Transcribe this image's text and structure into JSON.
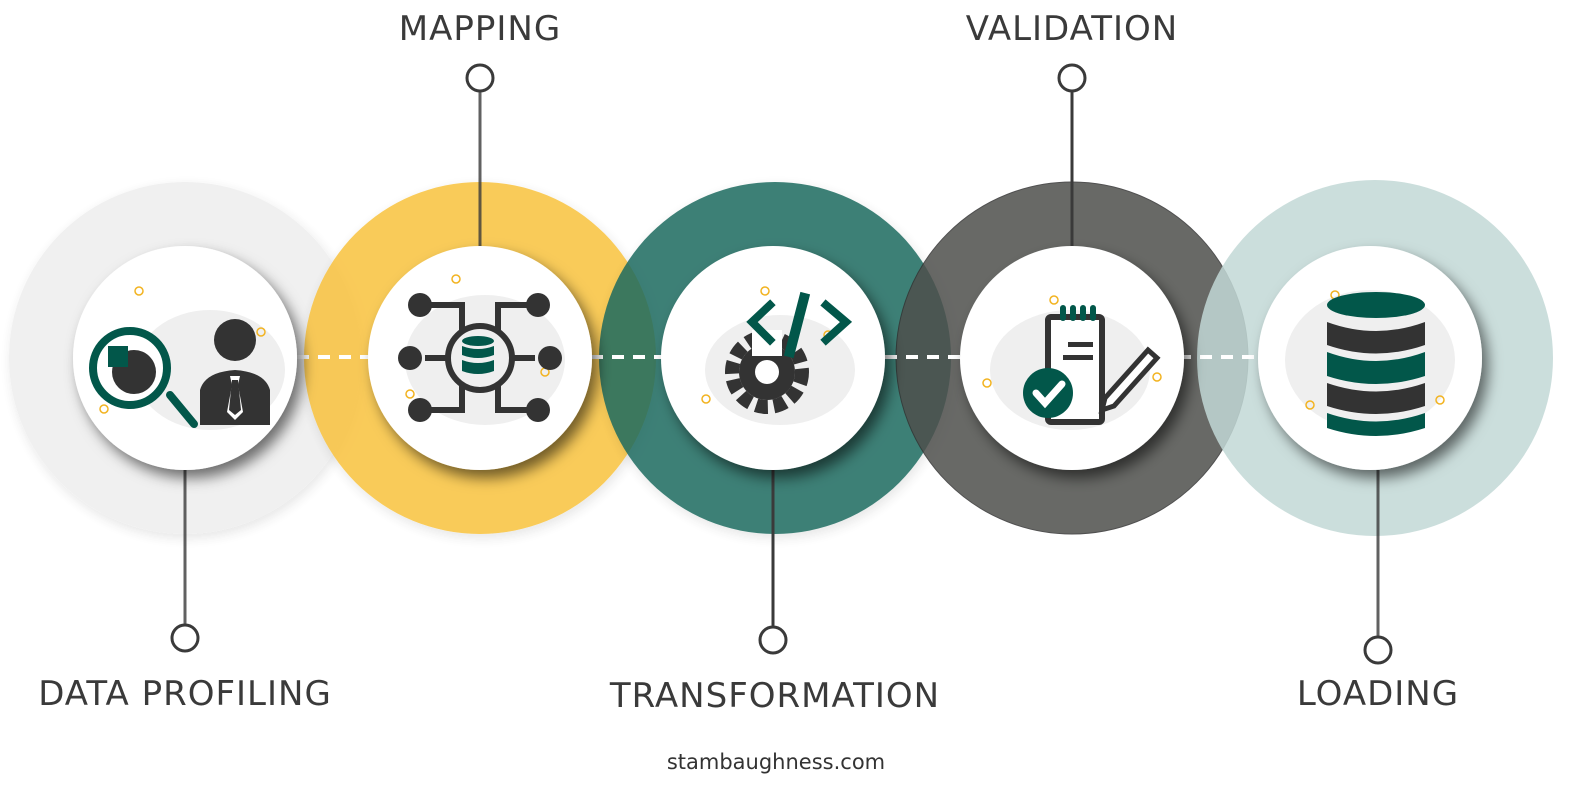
{
  "steps": [
    {
      "label": "DATA PROFILING",
      "icon": "magnifier-person-icon",
      "ring_color": "#eeeeee",
      "label_position": "bottom"
    },
    {
      "label": "MAPPING",
      "icon": "database-network-icon",
      "ring_color": "#f9c23c",
      "label_position": "top"
    },
    {
      "label": "TRANSFORMATION",
      "icon": "gear-code-icon",
      "ring_color": "#1d6b5f",
      "label_position": "bottom"
    },
    {
      "label": "VALIDATION",
      "icon": "clipboard-check-icon",
      "ring_color": "#4e4f4c",
      "label_position": "top"
    },
    {
      "label": "LOADING",
      "icon": "database-icon",
      "ring_color": "#c2d8d6",
      "label_position": "bottom"
    }
  ],
  "footer": {
    "text": "stambaughness.com"
  },
  "colors": {
    "accent_teal": "#02574a",
    "icon_dark": "#333333",
    "connector": "#3a3a3a",
    "sparkle": "#f2b320"
  }
}
